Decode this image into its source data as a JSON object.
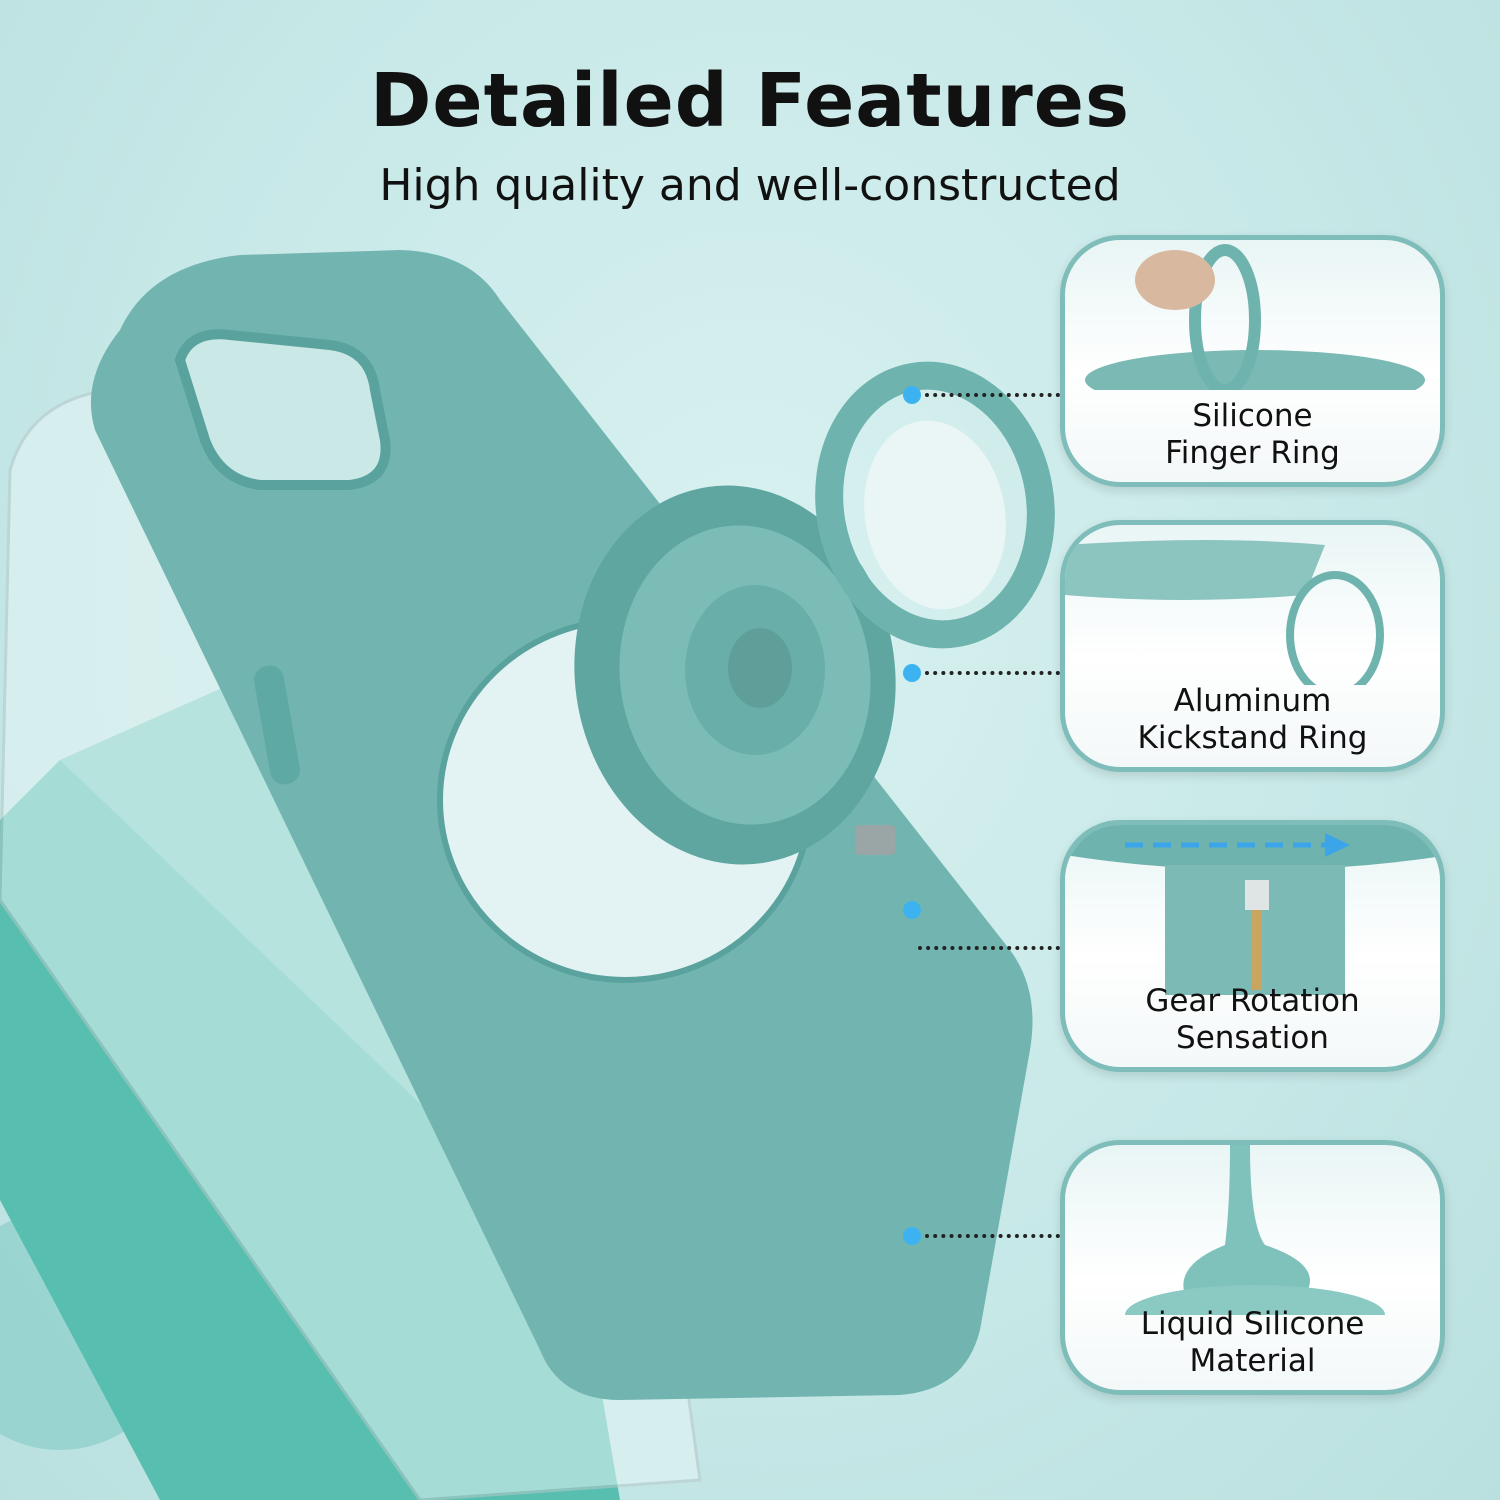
{
  "header": {
    "title": "Detailed Features",
    "subtitle": "High quality and well-constructed"
  },
  "features": [
    {
      "label_line1": "Silicone",
      "label_line2": "Finger Ring"
    },
    {
      "label_line1": "Aluminum",
      "label_line2": "Kickstand Ring"
    },
    {
      "label_line1": "Gear Rotation",
      "label_line2": "Sensation"
    },
    {
      "label_line1": "Liquid Silicone",
      "label_line2": "Material"
    }
  ],
  "colors": {
    "background": "#c6e8e7",
    "case": "#72b5b0",
    "accent_dot": "#3cb3f0",
    "card_border": "#7ebdb9"
  }
}
